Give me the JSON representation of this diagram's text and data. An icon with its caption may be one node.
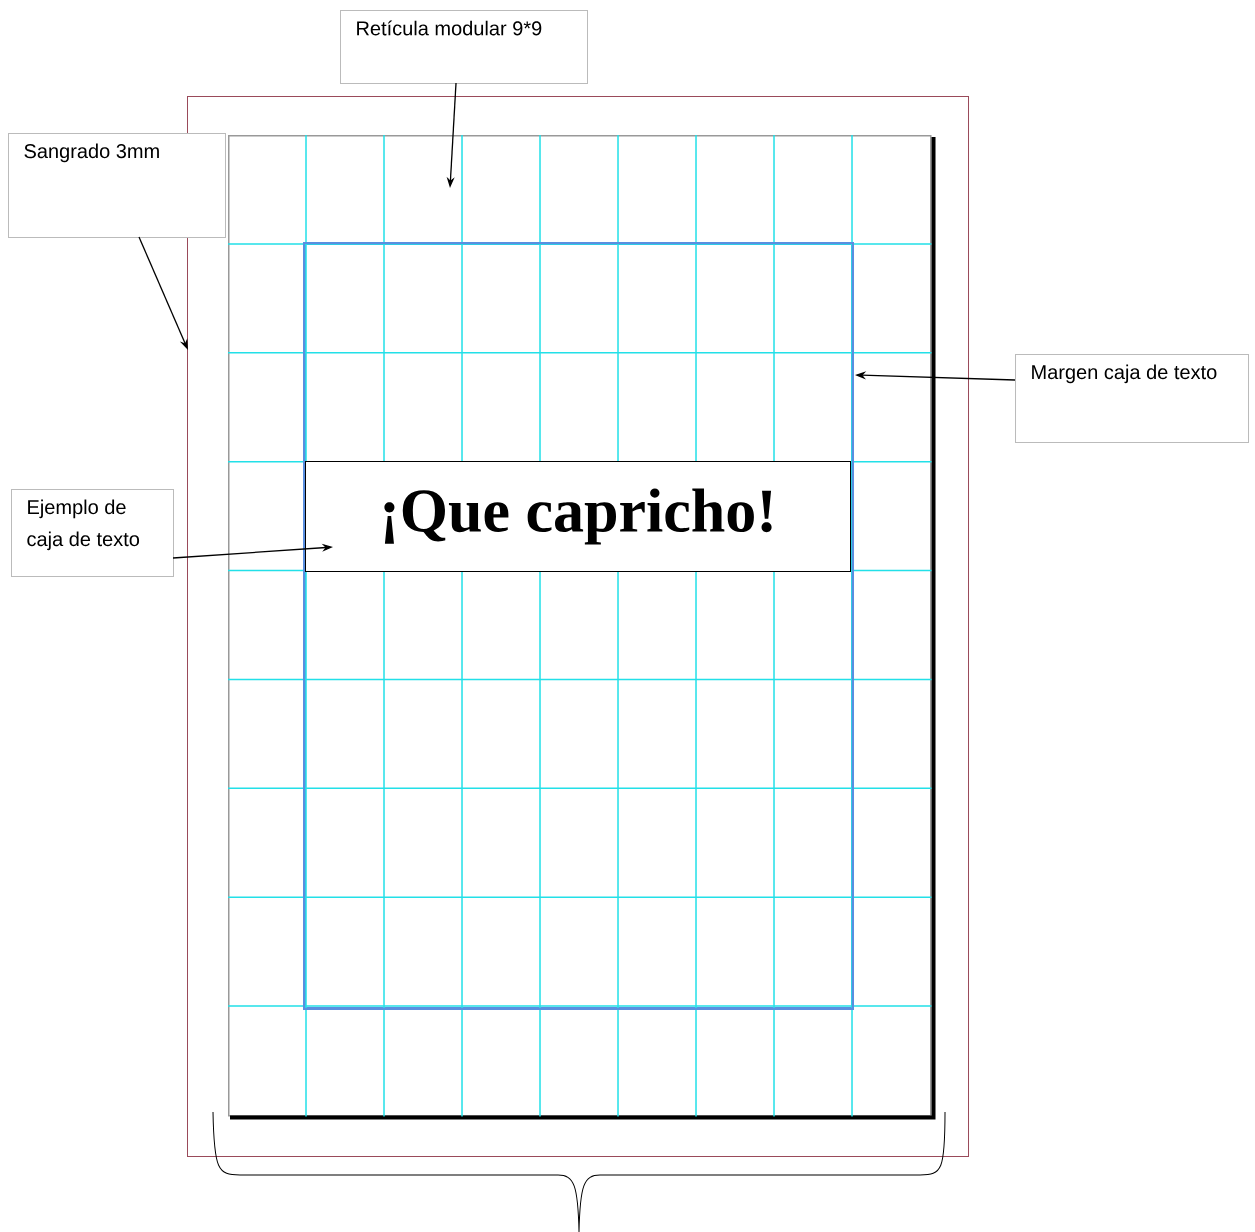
{
  "diagram": {
    "nodes": [
      {
        "text": [
          "Retícula modular 9*9"
        ]
      },
      {
        "text": [
          "Sangrado 3mm"
        ]
      },
      {
        "text": [],
        "shape": "box"
      },
      {
        "text": [],
        "shape": "box",
        "in": 2
      },
      {
        "text": [],
        "shape": "box",
        "in": 3
      },
      {
        "text": [
          "Margen caja de texto"
        ]
      },
      {
        "text": [
          "Ejemplo de caja de texto"
        ]
      },
      {
        "text": [
          "¡Que capricho!"
        ],
        "in": 4
      }
    ],
    "edges": [
      {
        "from": 0,
        "to": 3,
        "arrow": "to"
      },
      {
        "from": 1,
        "to": 2,
        "arrow": "to"
      },
      {
        "from": 5,
        "to": 4,
        "arrow": "to"
      },
      {
        "from": 6,
        "to": 7,
        "arrow": "to"
      }
    ]
  }
}
